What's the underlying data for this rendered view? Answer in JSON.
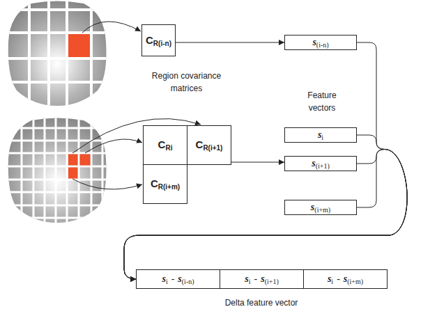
{
  "diagram": {
    "nodes": [
      {
        "text": [
          "C",
          "R(i-n)"
        ]
      },
      {
        "text": [
          "s",
          "(i-n)"
        ]
      },
      {
        "text": [
          "C",
          "Ri"
        ]
      },
      {
        "text": [
          "C",
          "R(i+1)"
        ]
      },
      {
        "text": [
          "C",
          "R(i+m)"
        ]
      },
      {
        "text": [
          "s",
          "i"
        ]
      },
      {
        "text": [
          "s",
          "(i+1)"
        ]
      },
      {
        "text": [
          "s",
          "(i+m)"
        ]
      },
      {
        "text": [
          "s",
          "i",
          "-",
          "s",
          "(i-n)"
        ]
      },
      {
        "text": [
          "s",
          "i",
          "-",
          "s",
          "(i+1)"
        ]
      },
      {
        "text": [
          "s",
          "i",
          "-",
          "s",
          "(i+m)"
        ]
      }
    ],
    "edges": [
      {
        "from": 0,
        "to": 1,
        "arrow": "to"
      },
      {
        "from": 3,
        "to": 6,
        "arrow": "to"
      },
      {
        "from": 1,
        "to": 8,
        "arrow": "to"
      },
      {
        "from": 5,
        "to": 8,
        "arrow": "to"
      },
      {
        "from": 6,
        "to": 8,
        "arrow": "to"
      },
      {
        "from": 7,
        "to": 8,
        "arrow": "to"
      }
    ],
    "labels": [
      "Region covariance matrices",
      "Feature vectors",
      "Delta feature vector"
    ]
  }
}
